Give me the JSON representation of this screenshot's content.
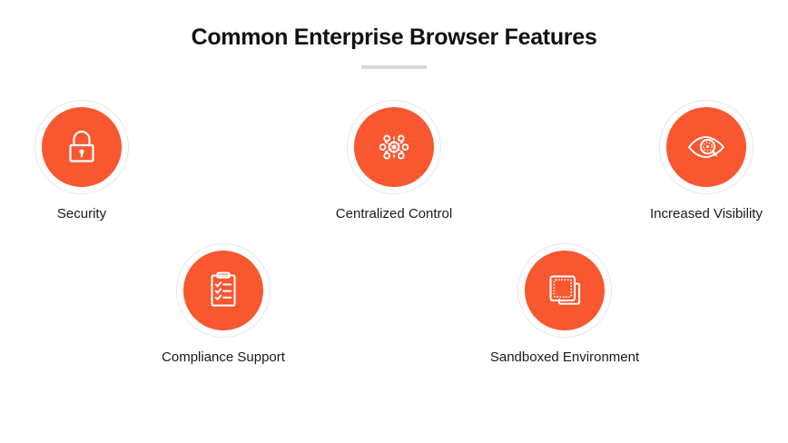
{
  "header": {
    "title": "Common Enterprise Browser Features",
    "divider": true
  },
  "theme": {
    "accent_color": "#f8572f",
    "icon_color": "#ffffff",
    "ring_color": "#cfcfcf",
    "divider_color": "#d8d8d8",
    "background": "#ffffff",
    "text_color": "#1a1a1a"
  },
  "rows": [
    {
      "items": [
        {
          "label": "Security",
          "icon": "lock-icon"
        },
        {
          "label": "Centralized Control",
          "icon": "network-hub-icon"
        },
        {
          "label": "Increased Visibility",
          "icon": "eye-magnifier-icon"
        }
      ]
    },
    {
      "items": [
        {
          "label": "Compliance Support",
          "icon": "clipboard-checklist-icon"
        },
        {
          "label": "Sandboxed Environment",
          "icon": "stacked-squares-icon"
        }
      ]
    }
  ]
}
